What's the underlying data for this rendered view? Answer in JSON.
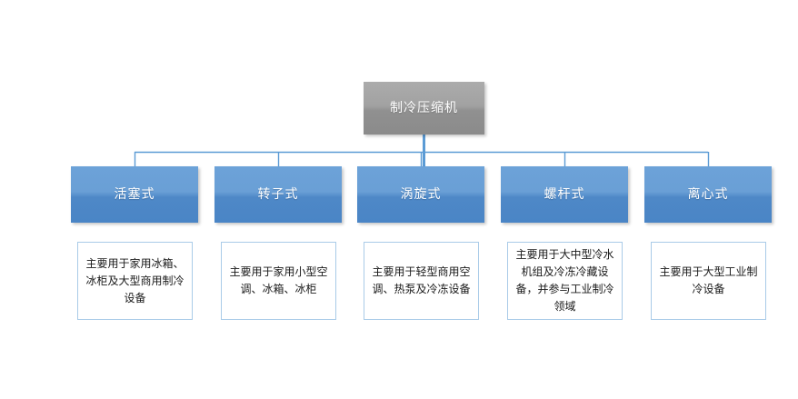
{
  "diagram": {
    "type": "org-chart",
    "title": "制冷压缩机",
    "colors": {
      "root_fill_top": "#ababab",
      "root_fill_bottom": "#8b8b8b",
      "node_fill_top": "#6ca2d8",
      "node_fill_bottom": "#4a85c6",
      "connector": "#5b9bd5",
      "desc_border": "#a9cbe8",
      "node_text": "#ffffff",
      "desc_text": "#1a1a1a",
      "background": "#ffffff"
    },
    "root": {
      "label": "制冷压缩机"
    },
    "categories": [
      {
        "label": "活塞式",
        "description": "主要用于家用冰箱、冰柜及大型商用制冷设备"
      },
      {
        "label": "转子式",
        "description": "主要用于家用小型空调、冰箱、冰柜"
      },
      {
        "label": "涡旋式",
        "description": "主要用于轻型商用空调、热泵及冷冻设备"
      },
      {
        "label": "螺杆式",
        "description": "主要用于大中型冷水机组及冷冻冷藏设备，并参与工业制冷领域"
      },
      {
        "label": "离心式",
        "description": "主要用于大型工业制冷设备"
      }
    ]
  }
}
